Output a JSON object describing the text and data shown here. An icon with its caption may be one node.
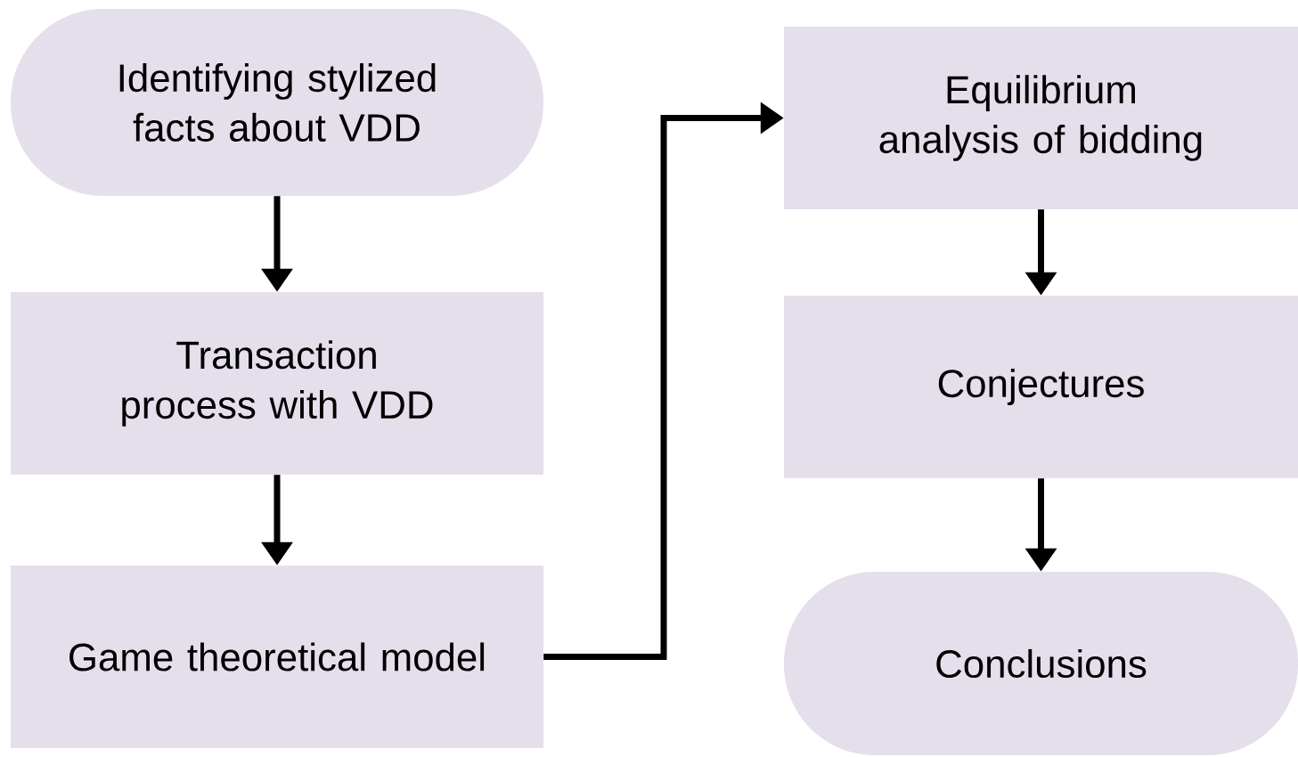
{
  "diagram": {
    "nodes": [
      {
        "text": [
          "Identifying stylized facts about VDD"
        ]
      },
      {
        "text": [
          "Transaction process with VDD"
        ]
      },
      {
        "text": [
          "Game theoretical model"
        ]
      },
      {
        "text": [
          "Equilibrium analysis of bidding"
        ]
      },
      {
        "text": [
          "Conjectures"
        ]
      },
      {
        "text": [
          "Conclusions"
        ]
      }
    ],
    "edges": [
      {
        "from": 0,
        "to": 1,
        "arrow": "to"
      },
      {
        "from": 1,
        "to": 2,
        "arrow": "to"
      },
      {
        "from": 2,
        "to": 3,
        "arrow": "to"
      },
      {
        "from": 3,
        "to": 4,
        "arrow": "to"
      },
      {
        "from": 4,
        "to": 5,
        "arrow": "to"
      }
    ]
  }
}
